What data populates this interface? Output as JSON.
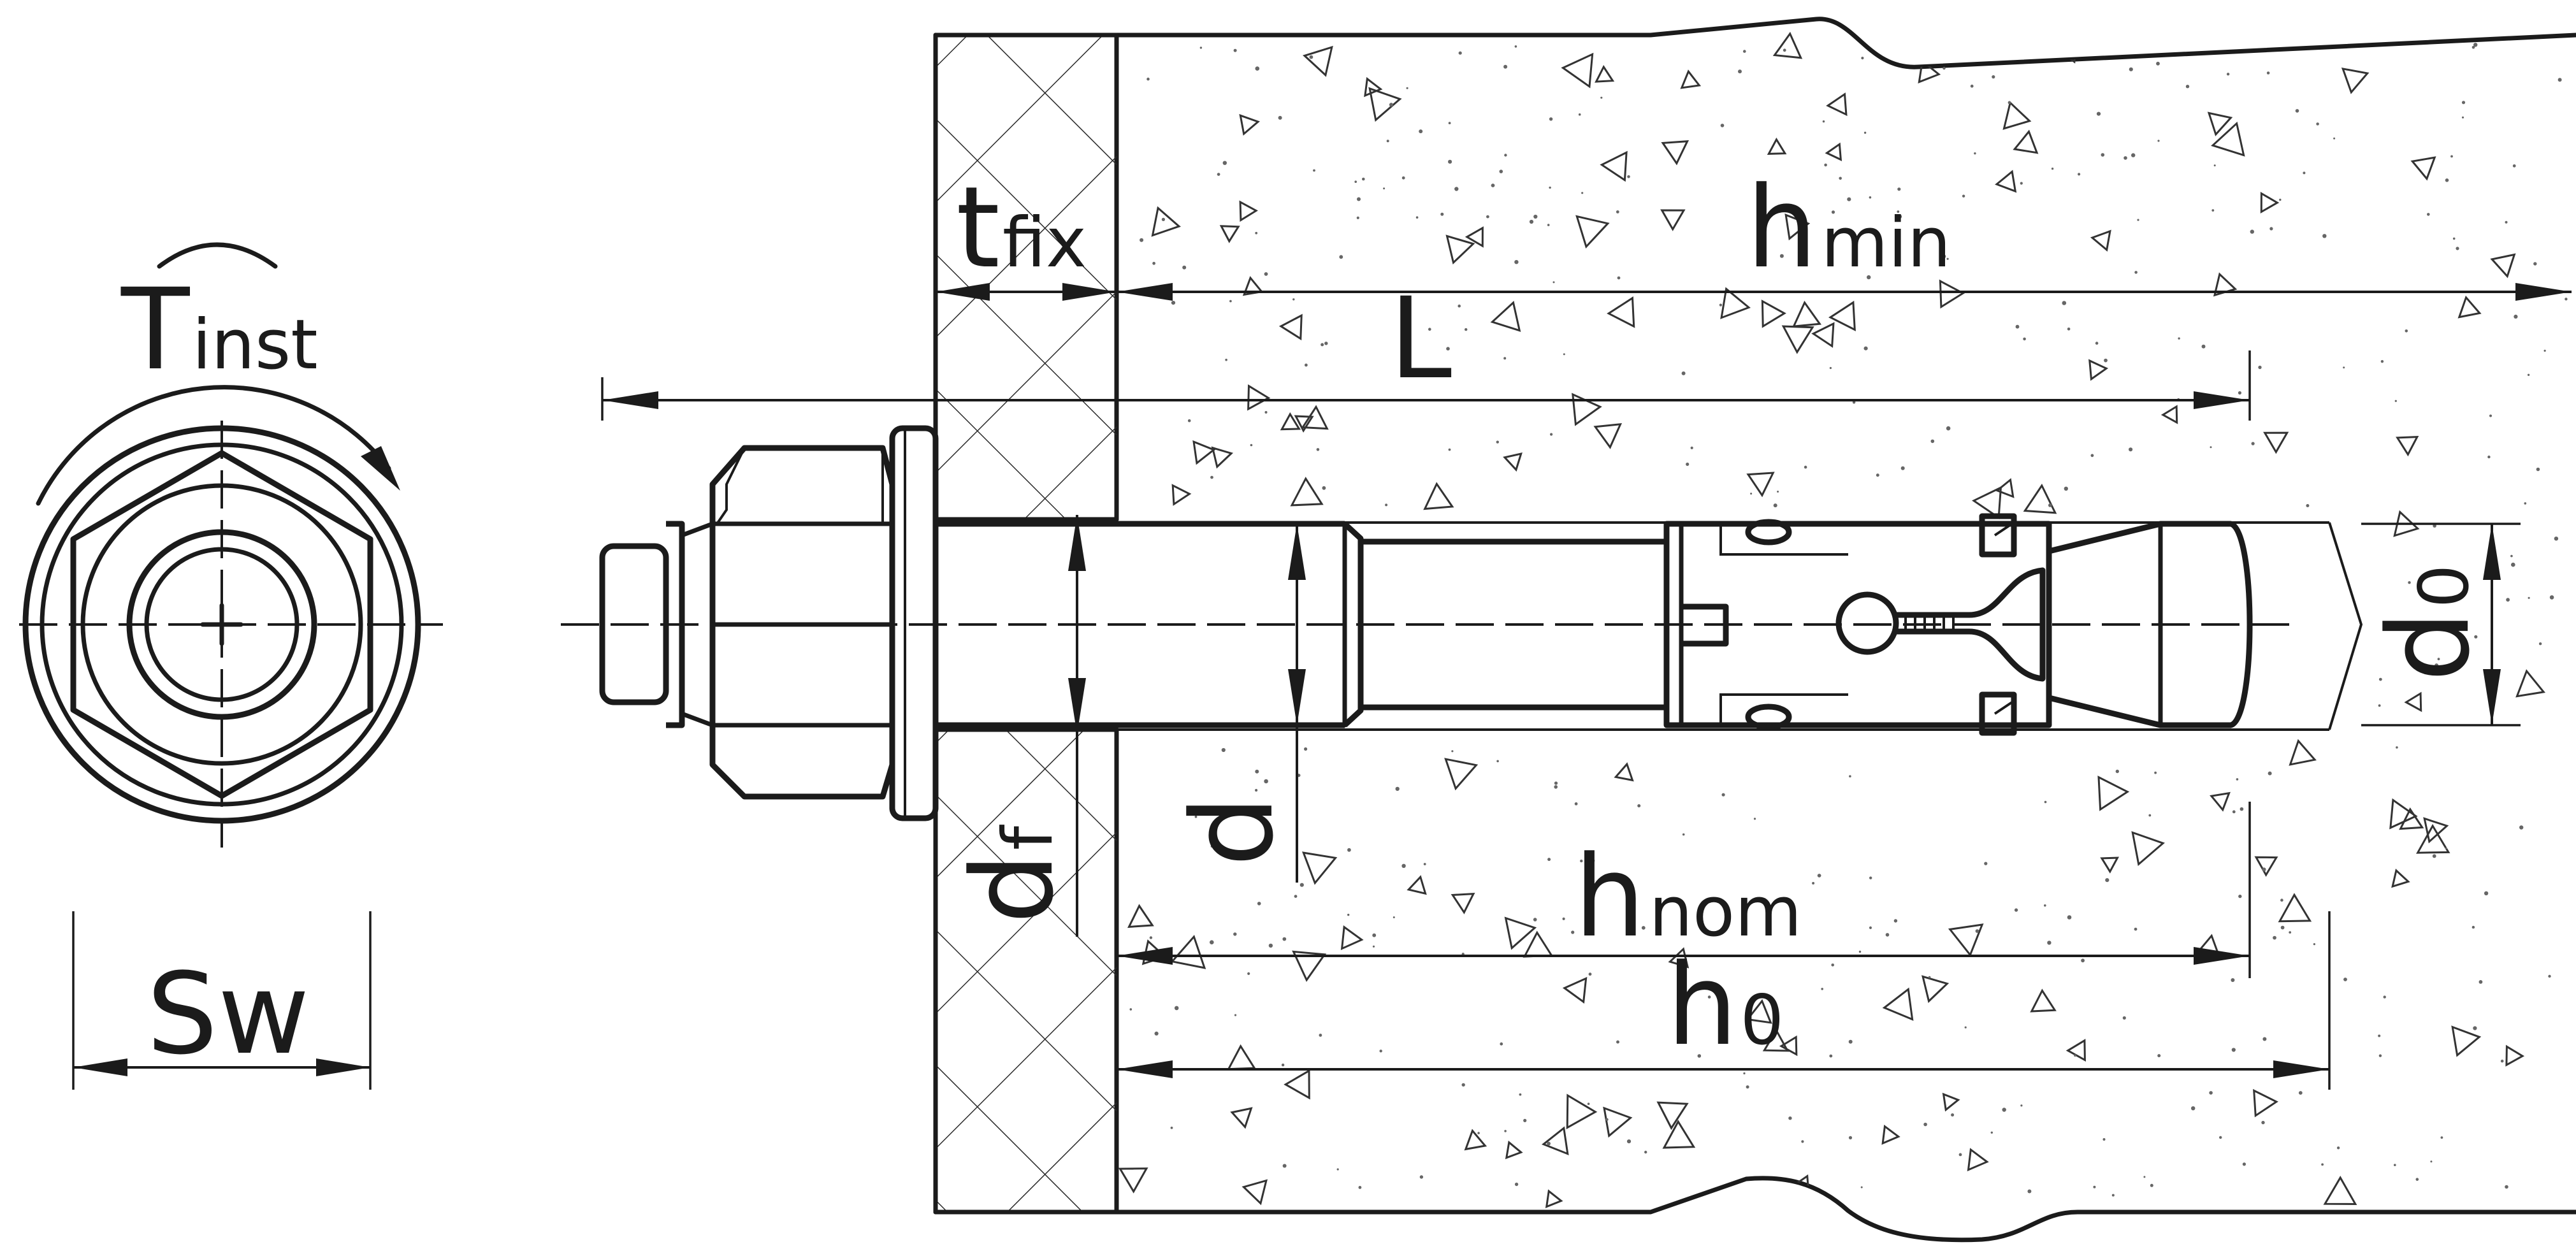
{
  "diagram": {
    "labels": {
      "t_inst": {
        "main": "T",
        "sub": "inst"
      },
      "t_fix": {
        "main": "t",
        "sub": "fix"
      },
      "h_min": {
        "main": "h",
        "sub": "min"
      },
      "L": {
        "main": "L"
      },
      "d_0": {
        "main": "d",
        "sub": "0"
      },
      "d_f": {
        "main": "d",
        "sub": "f"
      },
      "d": {
        "main": "d"
      },
      "h_nom": {
        "main": "h",
        "sub": "nom"
      },
      "h_0": {
        "main": "h",
        "sub": "0"
      },
      "sw": {
        "main": "Sw"
      }
    }
  }
}
